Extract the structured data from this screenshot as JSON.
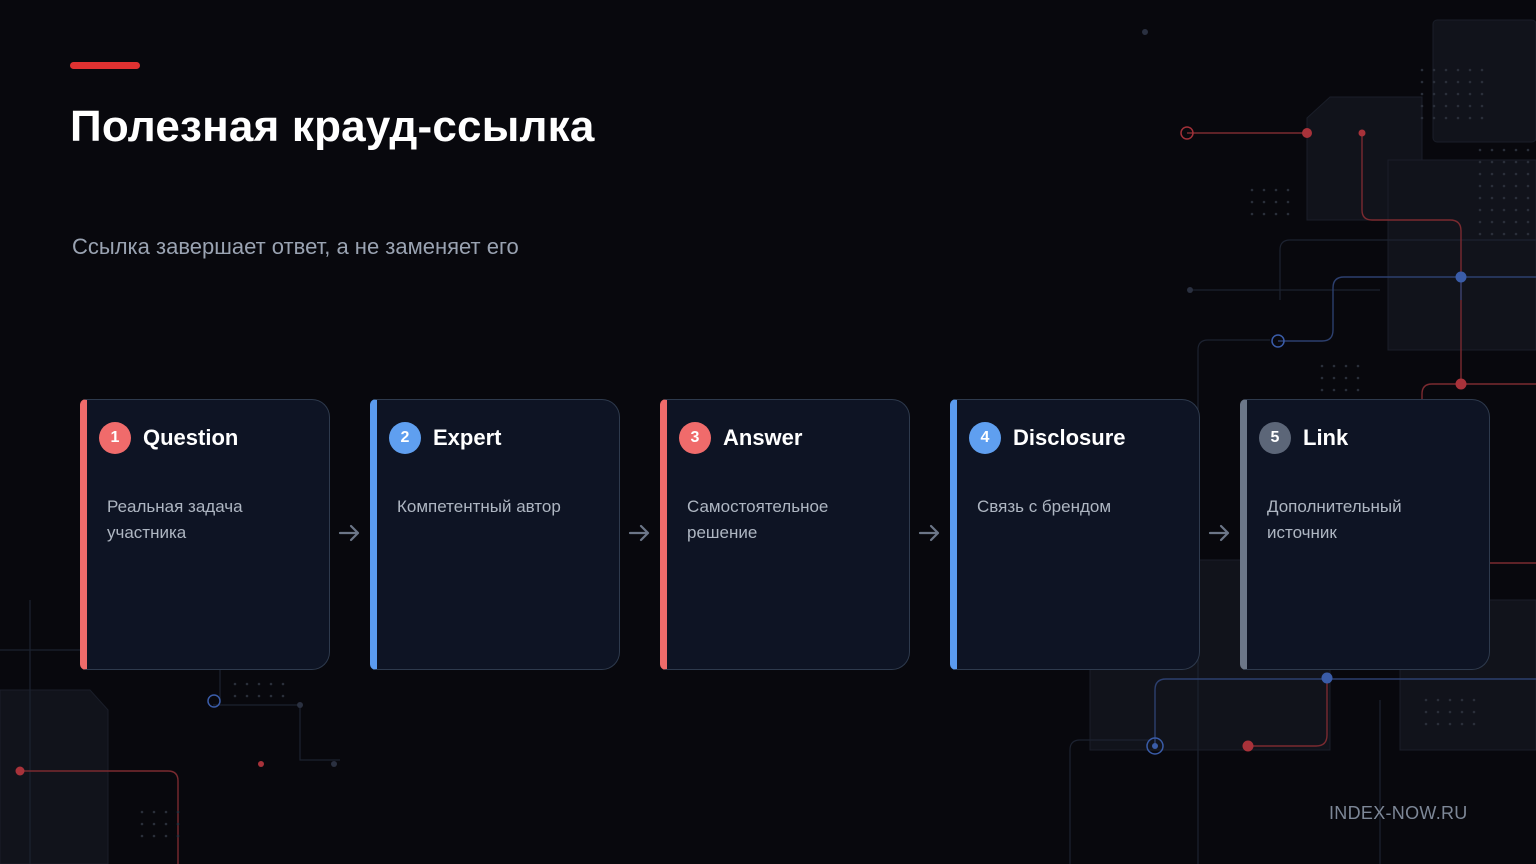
{
  "slide": {
    "title": "Полезная крауд-ссылка",
    "subtitle": "Ссылка завершает ответ, а не заменяет его",
    "footer": "INDEX-NOW.RU"
  },
  "steps": [
    {
      "number": "1",
      "title": "Question",
      "description": "Реальная задача участника",
      "color": "#ef6b6b"
    },
    {
      "number": "2",
      "title": "Expert",
      "description": "Компетентный автор",
      "color": "#5b9bef"
    },
    {
      "number": "3",
      "title": "Answer",
      "description": "Самостоятельное решение",
      "color": "#ef6b6b"
    },
    {
      "number": "4",
      "title": "Disclosure",
      "description": "Связь с брендом",
      "color": "#5b9bef"
    },
    {
      "number": "5",
      "title": "Link",
      "description": "Дополнительный источник",
      "color": "#6c7789"
    }
  ],
  "icons": {
    "arrow": "arrow-right-icon"
  },
  "colors": {
    "accent": "#e03131",
    "background": "#08080d",
    "card": "#0e1424"
  }
}
